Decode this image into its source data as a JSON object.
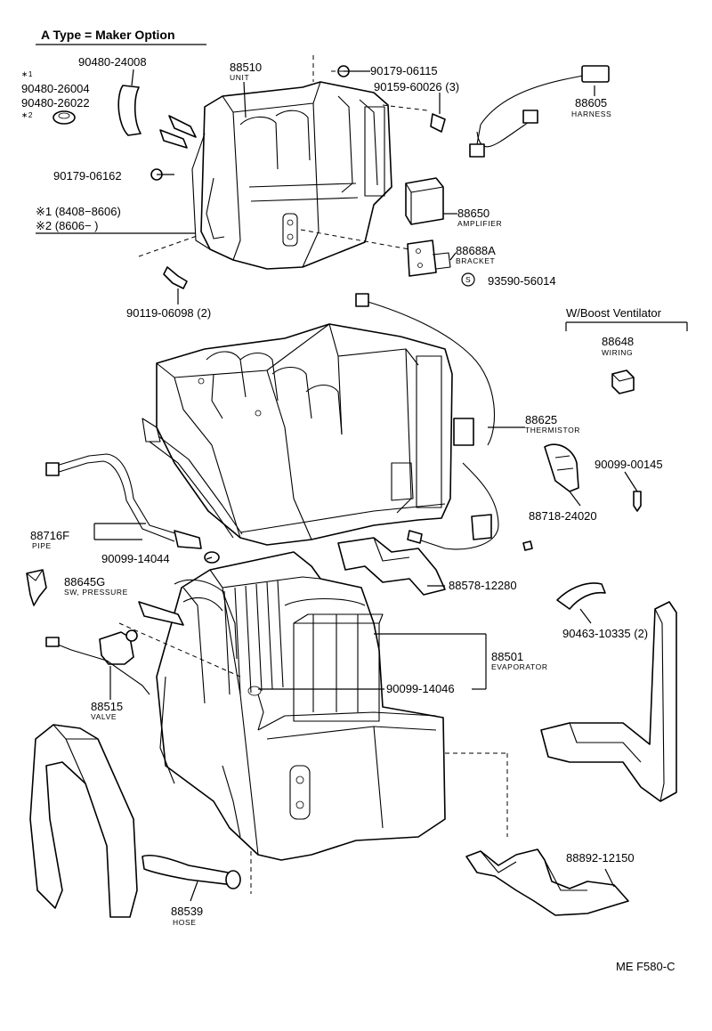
{
  "header": {
    "title": "A Type = Maker Option",
    "boost": "W/Boost Ventilator"
  },
  "notes": {
    "n1": "※1 (8408−8606)",
    "n2": "※2 (8606−      )",
    "star1": "∗1",
    "star2": "∗2"
  },
  "footer": {
    "code": "ME F580-C"
  },
  "parts": {
    "p90480_24008": "90480-24008",
    "p90480_26004": "90480-26004",
    "p90480_26022": "90480-26022",
    "p88510": "88510",
    "p88510_name": "UNIT",
    "p90179_06115": "90179-06115",
    "p90159_60026": "90159-60026 (3)",
    "p88605": "88605",
    "p88605_name": "HARNESS",
    "p90179_06162": "90179-06162",
    "p88650": "88650",
    "p88650_name": "AMPLIFIER",
    "p88688A": "88688A",
    "p88688A_name": "BRACKET",
    "p93590_56014": "93590-56014",
    "p93590_mark": "S",
    "p90119_06098": "90119-06098 (2)",
    "p88648": "88648",
    "p88648_name": "WIRING",
    "p88625": "88625",
    "p88625_name": "THERMISTOR",
    "p90099_00145": "90099-00145",
    "p88718_24020": "88718-24020",
    "p88716F": "88716F",
    "p88716F_name": "PIPE",
    "p90099_14044": "90099-14044",
    "p88645G": "88645G",
    "p88645G_name": "SW, PRESSURE",
    "p88578_12280": "88578-12280",
    "p90463_10335": "90463-10335 (2)",
    "p88501": "88501",
    "p88501_name": "EVAPORATOR",
    "p90099_14046": "90099-14046",
    "p88515": "88515",
    "p88515_name": "VALVE",
    "p88892_12150": "88892-12150",
    "p88539": "88539",
    "p88539_name": "HOSE"
  }
}
